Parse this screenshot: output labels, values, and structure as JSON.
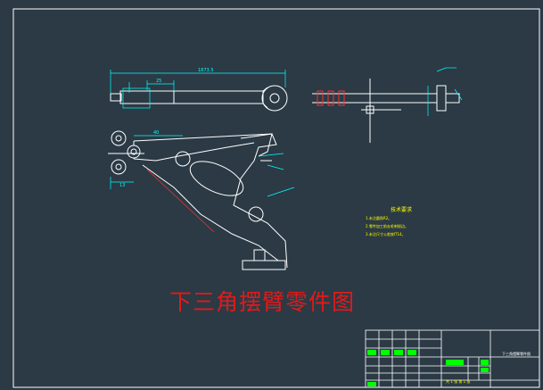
{
  "drawing": {
    "title": "下三角摆臂零件图",
    "title_color": "#e01a1a",
    "background": "#2b3a45",
    "line_color": "#ffffff",
    "dimension_color": "#00ffff",
    "text_color": "#ffff00"
  },
  "dimensions": {
    "overall_length": "1873.5",
    "dim_25": "25",
    "dim_40": "40",
    "dim_13": "13"
  },
  "technical_requirements": {
    "heading": "技术要求",
    "items": [
      "1.未注圆角R2。",
      "2.零件加工前去毛刺锐边。",
      "3.未注尺寸公差按IT14。"
    ]
  },
  "title_block": {
    "part_name": "下三角摆臂零件图",
    "scale_row": "共 1 张 第 1 张"
  }
}
